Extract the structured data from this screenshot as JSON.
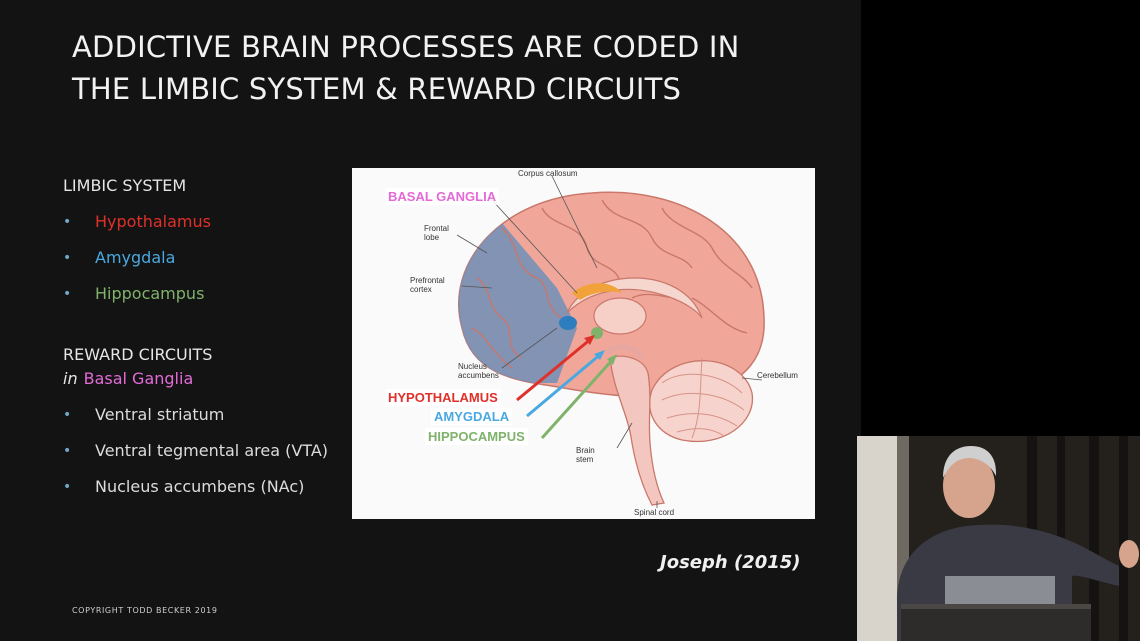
{
  "slide": {
    "title_lines": [
      "ADDICTIVE BRAIN PROCESSES ARE CODED IN",
      "THE LIMBIC SYSTEM & REWARD CIRCUITS"
    ],
    "limbic": {
      "heading": "LIMBIC SYSTEM",
      "items": [
        {
          "label": "Hypothalamus",
          "color": "#e0302a"
        },
        {
          "label": "Amygdala",
          "color": "#4aa8e0"
        },
        {
          "label": "Hippocampus",
          "color": "#7fb26b"
        }
      ]
    },
    "reward": {
      "heading": "REWARD CIRCUITS",
      "sub_prefix": "in",
      "sub_label": "Basal Ganglia",
      "sub_color": "#e36ad7",
      "items": [
        "Ventral striatum",
        "Ventral tegmental area (VTA)",
        "Nucleus accumbens  (NAc)"
      ]
    },
    "bullet_char": "•",
    "figure": {
      "labels": {
        "corpus_callosum": "Corpus callosum",
        "frontal_lobe": "Frontal lobe",
        "prefrontal_cortex": "Prefrontal cortex",
        "nucleus_accumbens": "Nucleus accumbens",
        "cerebellum": "Cerebellum",
        "brain_stem": "Brain stem",
        "spinal_cord": "Spinal cord"
      },
      "tags": {
        "basal_ganglia": "BASAL GANGLIA",
        "hypothalamus": "HYPOTHALAMUS",
        "amygdala": "AMYGDALA",
        "hippocampus": "HIPPOCAMPUS"
      },
      "tag_colors": {
        "basal_ganglia": "#e36ad7",
        "hypothalamus": "#e0302a",
        "amygdala": "#4aa8e0",
        "hippocampus": "#7fb26b"
      }
    },
    "citation": "Joseph (2015)",
    "copyright": "COPYRIGHT TODD BECKER 2019"
  },
  "speaker_video": {
    "present": true
  }
}
